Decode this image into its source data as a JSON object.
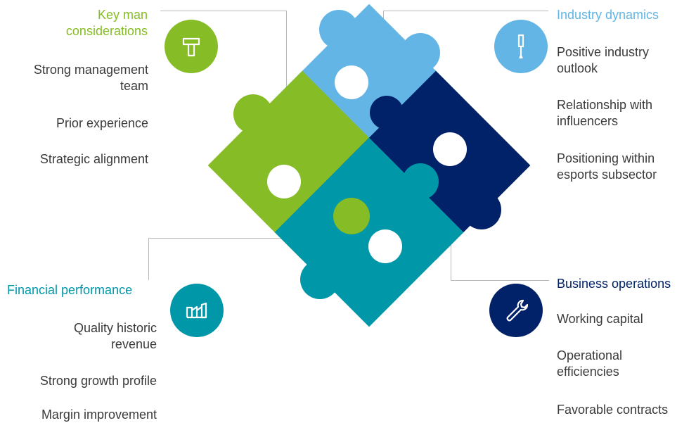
{
  "colors": {
    "green": "#86bc25",
    "light_blue": "#62b5e5",
    "navy": "#012169",
    "teal": "#0097a9",
    "line_gray": "#b8b8b8",
    "text_gray": "#3a3a3a"
  },
  "sections": {
    "key_man": {
      "title_line1": "Key man",
      "title_line2": "considerations",
      "icon": "hammer-icon",
      "items": [
        {
          "line1": "Strong management",
          "line2": "team"
        },
        {
          "line1": "Prior experience",
          "line2": ""
        },
        {
          "line1": "Strategic alignment",
          "line2": ""
        }
      ]
    },
    "industry": {
      "title": "Industry dynamics",
      "icon": "screwdriver-icon",
      "items": [
        {
          "line1": "Positive industry",
          "line2": "outlook"
        },
        {
          "line1": "Relationship with",
          "line2": "influencers"
        },
        {
          "line1": "Positioning within",
          "line2": "esports subsector"
        }
      ]
    },
    "financial": {
      "title": "Financial performance",
      "icon": "factory-icon",
      "items": [
        {
          "line1": "Quality historic",
          "line2": "revenue"
        },
        {
          "line1": "Strong growth profile",
          "line2": ""
        },
        {
          "line1": "Margin improvement",
          "line2": ""
        }
      ]
    },
    "operations": {
      "title": "Business operations",
      "icon": "wrench-icon",
      "items": [
        {
          "line1": "Working capital",
          "line2": ""
        },
        {
          "line1": "Operational",
          "line2": "efficiencies"
        },
        {
          "line1": "Favorable contracts",
          "line2": ""
        }
      ]
    }
  }
}
